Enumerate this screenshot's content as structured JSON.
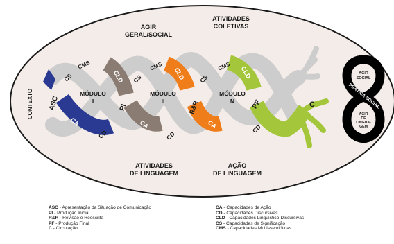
{
  "diagram": {
    "top_labels": {
      "agir_geral": [
        "AGIR",
        "GERAL/SOCIAL"
      ],
      "atividades_coletivas": [
        "ATIVIDADES",
        "COLETIVAS"
      ]
    },
    "bottom_labels": {
      "atividades_linguagem": [
        "ATIVIDADES",
        "DE LINGUAGEM"
      ],
      "acao_linguagem": [
        "AÇÃO",
        "DE LINGUAGEM"
      ]
    },
    "contexto": "CONTEXTO",
    "modules": [
      {
        "title": "MÓDULO",
        "number": "I"
      },
      {
        "title": "MÓDULO",
        "number": "II"
      },
      {
        "title": "MÓDULO",
        "number": "N"
      }
    ],
    "strand_labels": {
      "asc": "ASC",
      "pi": "PI",
      "rr": "R&R",
      "pf": "PF",
      "c": "C",
      "ca": "CA",
      "cd": "CD",
      "cs": "CS",
      "cms": "CMS",
      "cld": "CLD"
    },
    "pratica_social": "PRÁTICA SOCIAL",
    "agir_social": [
      "AGIR",
      "SOCIAL"
    ],
    "agir_linguagem": [
      "AGIR",
      "DE",
      "LINGUA-",
      "GEM"
    ],
    "colors": {
      "blue": "#2a3a93",
      "brown": "#8a7c72",
      "orange": "#ef7d1a",
      "lime": "#a4c63a",
      "gray": "#cdcdcd",
      "ellipse": "#f4ece8"
    }
  },
  "legend": {
    "left": [
      {
        "code": "ASC",
        "text": " - Apresentação da Situação de Comunicação"
      },
      {
        "code": "PI",
        "text": " - Produção Inicial"
      },
      {
        "code": "R&R",
        "text": " - Revisão e Reescrita"
      },
      {
        "code": "PF",
        "text": " - Produção Final"
      },
      {
        "code": "C",
        "text": " - Circulação"
      }
    ],
    "right": [
      {
        "code": "CA",
        "text": " - Capacidades de Ação"
      },
      {
        "code": "CD",
        "text": " - Capacidades Discursivas"
      },
      {
        "code": "CLD",
        "text": " - Capacidades Linguístico-Discursivas"
      },
      {
        "code": "CS",
        "text": " - Capacidades de Significação"
      },
      {
        "code": "CMS",
        "text": " - Capacidades Multissemióticas"
      }
    ]
  }
}
